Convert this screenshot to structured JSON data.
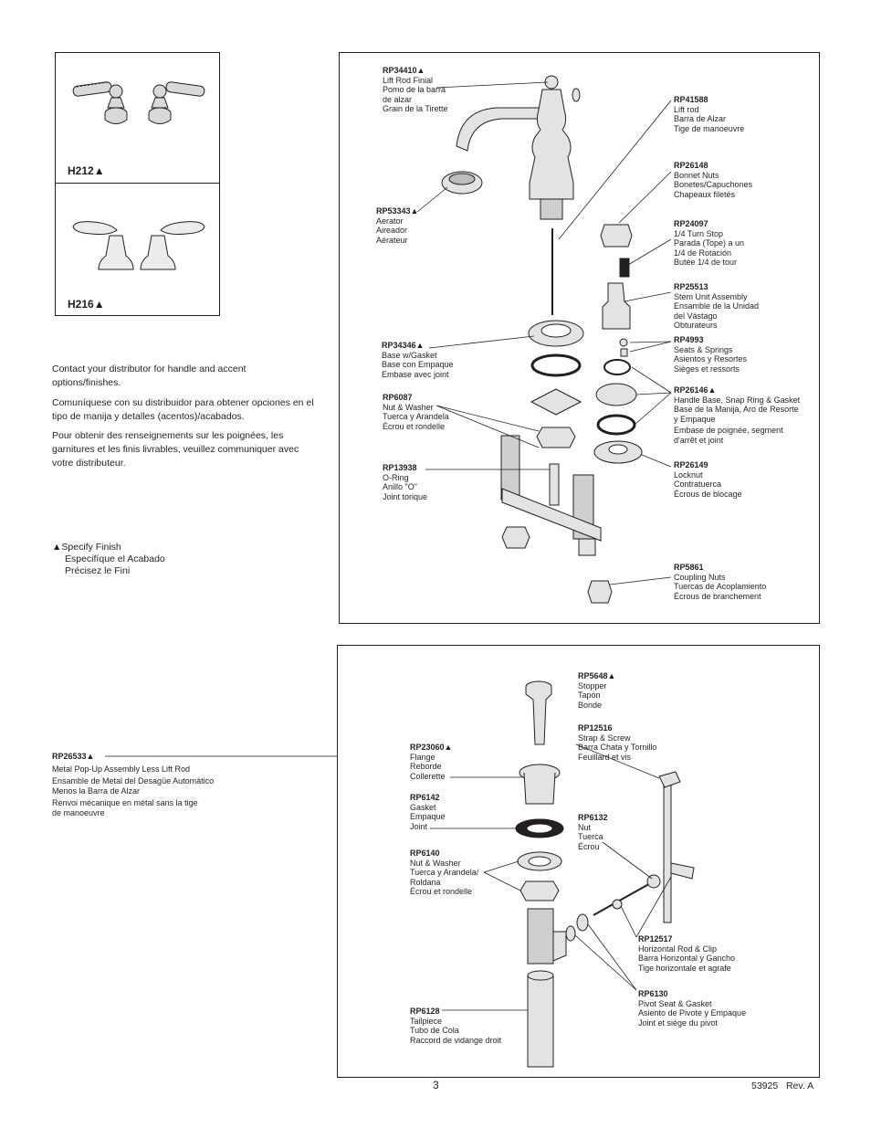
{
  "handles": {
    "h212_label": "H212▲",
    "h216_label": "H216▲"
  },
  "contact": {
    "en": "Contact your distributor for handle and accent options/finishes.",
    "es": "Comuníquese con su distribuidor para obtener opciones en el tipo de manija y detalles (acentos)/acabados.",
    "fr": "Pour obtenir des renseignements sur les poignées, les garnitures et les finis livrables, veuillez communiquer avec votre distributeur."
  },
  "finish_note": {
    "en": "▲Specify Finish",
    "es": "Especifíque el Acabado",
    "fr": "Précisez le Fini"
  },
  "faucet_parts": [
    {
      "pn": "RP34410▲",
      "lines": [
        "Lift Rod Finial",
        "Pomo de la barra",
        "de alzar",
        "Grain de la Tirette"
      ]
    },
    {
      "pn": "RP41588",
      "lines": [
        "Lift rod",
        "Barra de Alzar",
        "Tige de manoeuvre"
      ]
    },
    {
      "pn": "RP26148",
      "lines": [
        "Bonnet Nuts",
        "Bonetes/Capuchones",
        "Chapeaux filetés"
      ]
    },
    {
      "pn": "RP53343▲",
      "lines": [
        "Aerator",
        "Aireador",
        "Aérateur"
      ]
    },
    {
      "pn": "RP24097",
      "lines": [
        "1/4 Turn Stop",
        "Parada (Tope) a un",
        "1/4 de Rotación",
        "Butée 1/4 de tour"
      ]
    },
    {
      "pn": "RP25513",
      "lines": [
        "Stem Unit Assembly",
        "Ensamble de la Unidad",
        "del Vástago",
        "Obturateurs"
      ]
    },
    {
      "pn": "RP34346▲",
      "lines": [
        "Base w/Gasket",
        "Base con Empaque",
        "Embase avec joint"
      ]
    },
    {
      "pn": "RP4993",
      "lines": [
        "Seats & Springs",
        "Asientos y Resortes",
        "Sièges et ressorts"
      ]
    },
    {
      "pn": "RP6087",
      "lines": [
        "Nut & Washer",
        "Tuerca y Arandela",
        "Écrou et rondelle"
      ]
    },
    {
      "pn": "RP26146▲",
      "lines": [
        "Handle Base, Snap Ring & Gasket",
        "Base de la Manija, Aro de Resorte",
        "y Empaque",
        "Embase de poignée, segment",
        "d'arrêt et joint"
      ]
    },
    {
      "pn": "RP13938",
      "lines": [
        "O-Ring",
        "Anillo \"O\"",
        "Joint torique"
      ]
    },
    {
      "pn": "RP26149",
      "lines": [
        "Locknut",
        "Contratuerca",
        "Écrous de blocage"
      ]
    },
    {
      "pn": "RP5861",
      "lines": [
        "Coupling Nuts",
        "Tuercas de Acoplamiento",
        "Écrous de branchement"
      ]
    }
  ],
  "popup_assembly": {
    "pn": "RP26533▲",
    "lines": [
      "Metal Pop-Up Assembly Less Lift Rod",
      "Ensamble de Metal del Desagüe Automático",
      "Menos la Barra de Alzar",
      "Renvoi mécanique en métal sans la tige",
      "de manoeuvre"
    ]
  },
  "drain_parts": [
    {
      "pn": "RP5648▲",
      "lines": [
        "Stopper",
        "Tapón",
        "Bonde"
      ]
    },
    {
      "pn": "RP12516",
      "lines": [
        "Strap & Screw",
        "Barra Chata y Tornillo",
        "Feuillard et vis"
      ]
    },
    {
      "pn": "RP23060▲",
      "lines": [
        "Flange",
        "Reborde",
        "Collerette"
      ]
    },
    {
      "pn": "RP6142",
      "lines": [
        "Gasket",
        "Empaque",
        "Joint"
      ]
    },
    {
      "pn": "RP6132",
      "lines": [
        "Nut",
        "Tuerca",
        "Écrou"
      ]
    },
    {
      "pn": "RP6140",
      "lines": [
        "Nut & Washer",
        "Tuerca y Arandela/",
        "Roldana",
        "Écrou et rondelle"
      ]
    },
    {
      "pn": "RP12517",
      "lines": [
        "Horizontal Rod & Clip",
        "Barra Horizontal y Gancho",
        "Tige horizontale et agrafe"
      ]
    },
    {
      "pn": "RP6130",
      "lines": [
        "Pivot Seat & Gasket",
        "Asiento de Pivote y Empaque",
        "Joint et siège du pivot"
      ]
    },
    {
      "pn": "RP6128",
      "lines": [
        "Tailpiece",
        "Tubo de Cola",
        "Raccord de vidange droit"
      ]
    }
  ],
  "footer": {
    "page_number": "3",
    "doc_number": "53925",
    "revision": "Rev. A"
  }
}
